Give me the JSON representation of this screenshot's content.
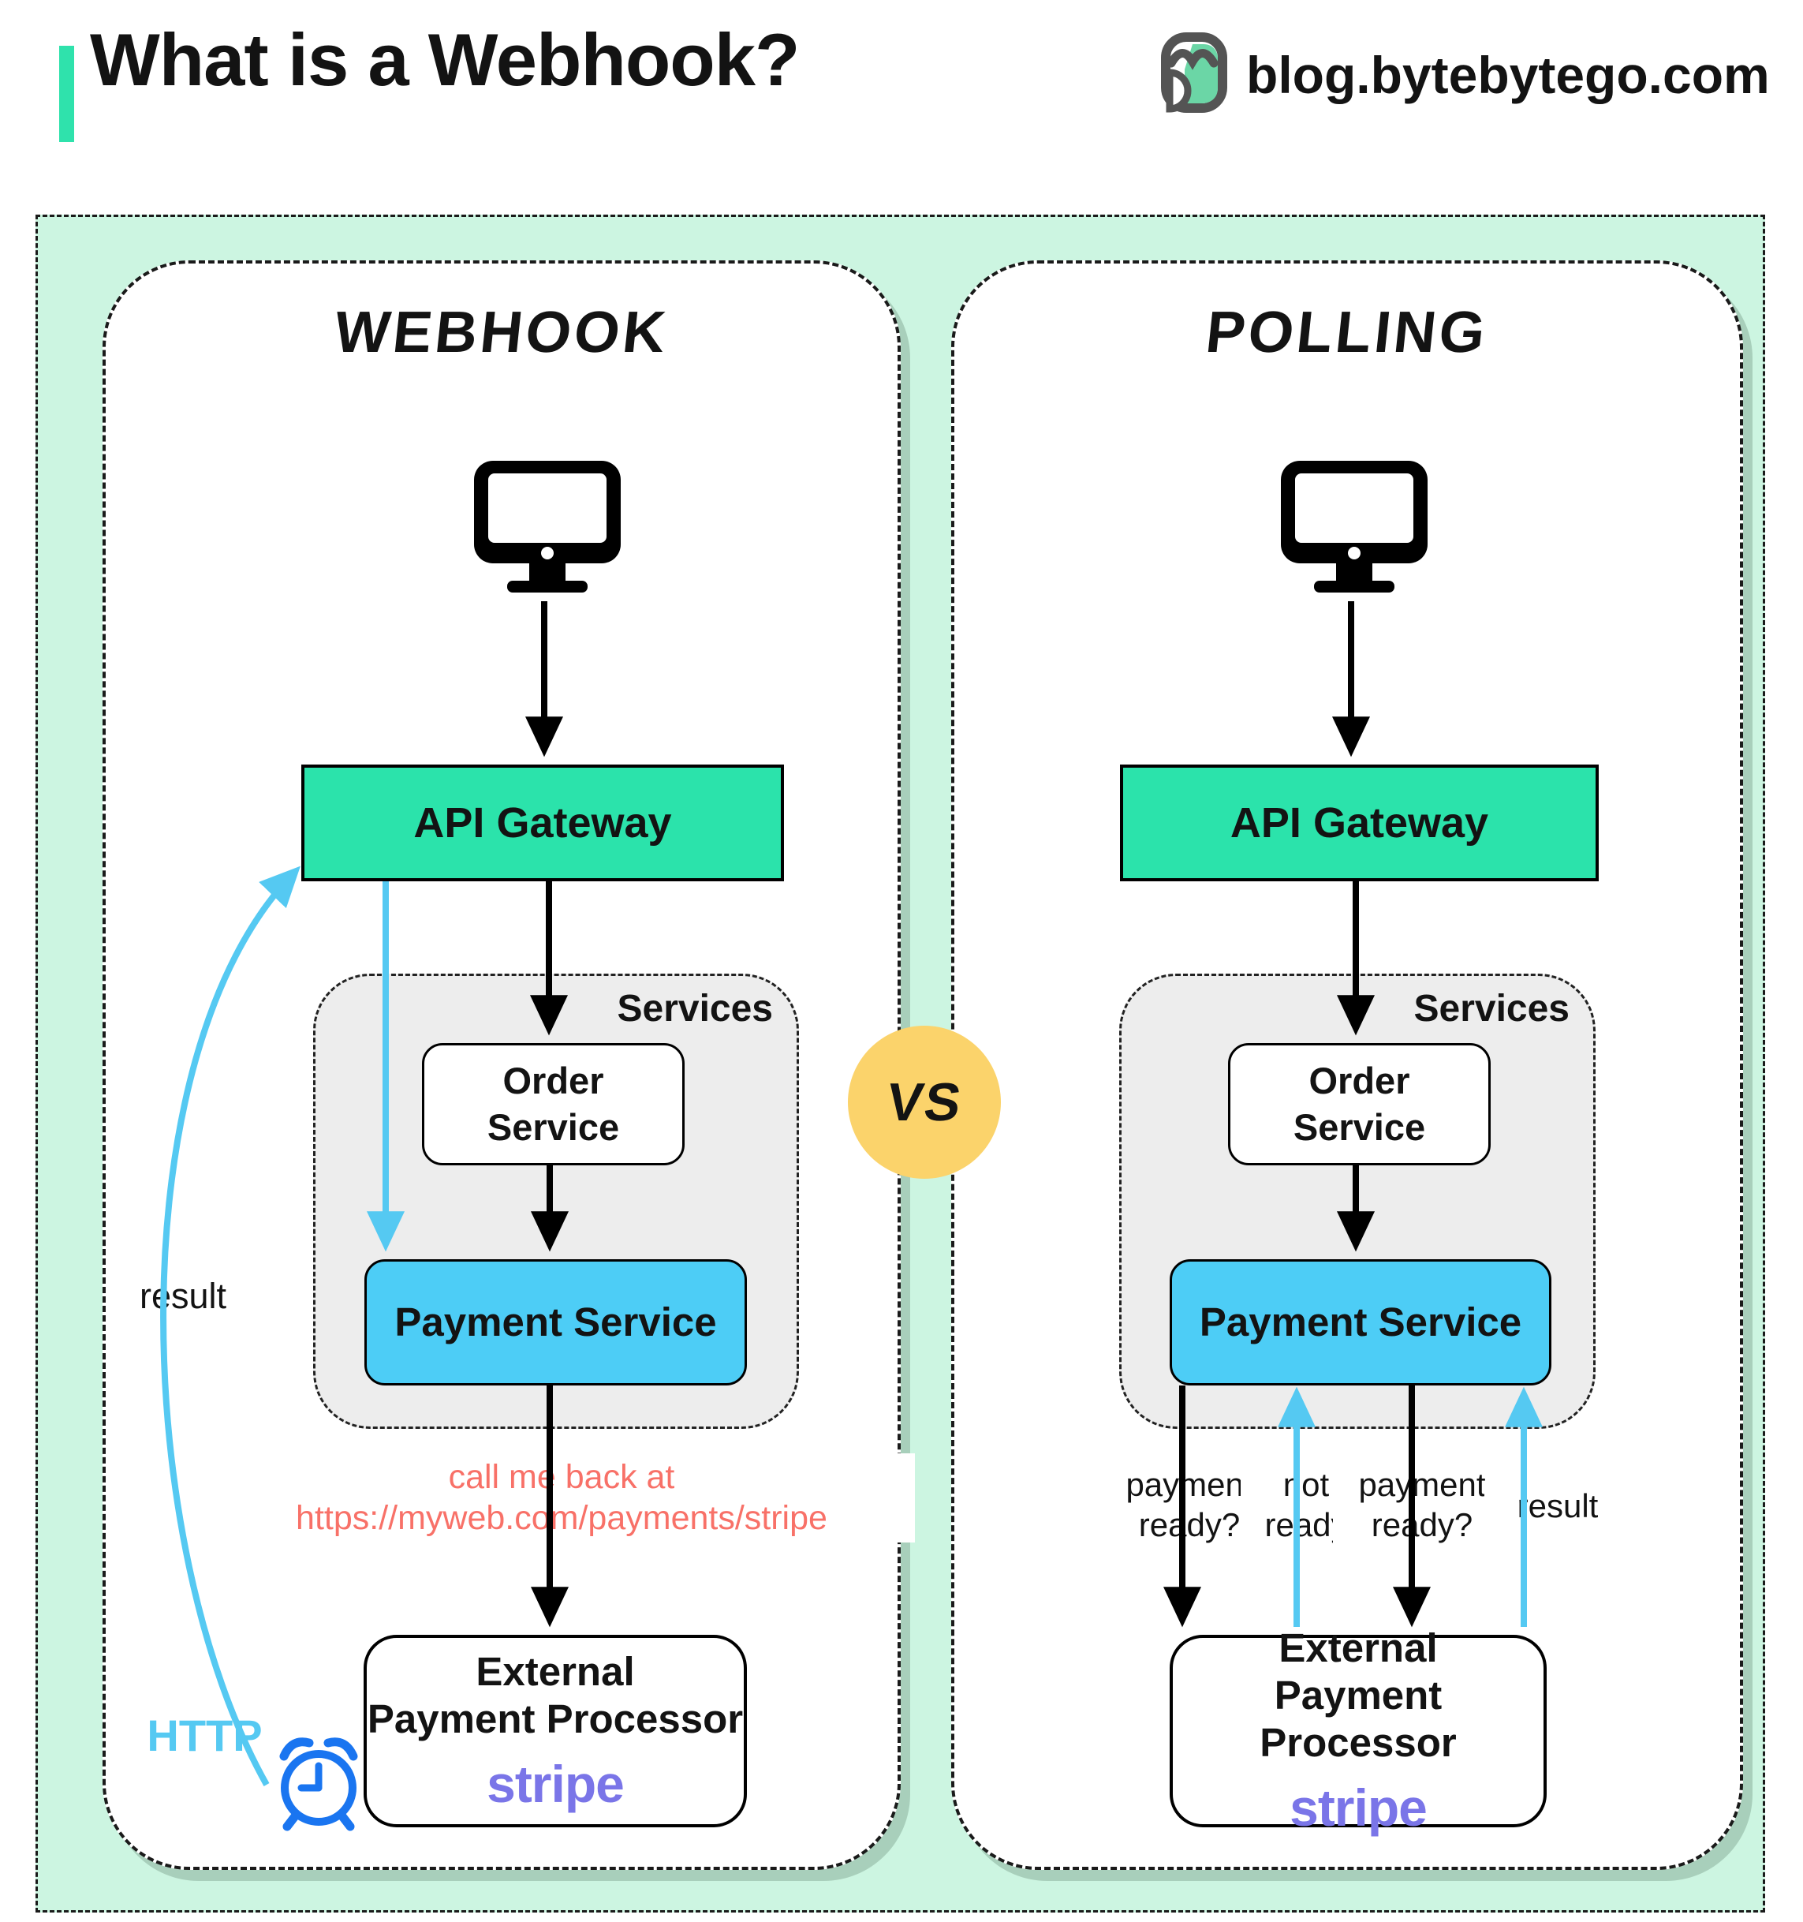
{
  "header": {
    "title": "What is a Webhook?",
    "accent_color": "#2fe2ac",
    "logo_icon": "bytebytego-owl-icon",
    "logo_text": "blog.bytebytego.com"
  },
  "vs_badge": {
    "label": "VS",
    "color": "#fbd36b"
  },
  "colors": {
    "canvas_background": "#ccf5e1",
    "api_gateway_fill": "#2be3ab",
    "payment_service_fill": "#4dcdf6",
    "services_group_fill": "#ededed",
    "blue_arrow": "#55c9f2",
    "black_arrow": "#000000",
    "callback_note": "#f87168",
    "stripe_brand": "#7a75e8",
    "clock_icon_blue": "#1a75f0"
  },
  "webhook": {
    "title": "Webhook",
    "client_icon": "desktop-monitor-icon",
    "api_gateway_label": "API Gateway",
    "services_group_label": "Services",
    "order_service": {
      "line1": "Order",
      "line2": "Service"
    },
    "payment_service_label": "Payment Service",
    "callback_note": {
      "line1": "call me back at",
      "line2": "https://myweb.com/payments/stripe"
    },
    "external_processor": {
      "line1": "External",
      "line2": "Payment Processor",
      "brand": "stripe"
    },
    "result_label": "result",
    "http_label": "HTTP",
    "clock_icon": "alarm-clock-icon"
  },
  "polling": {
    "title": "Polling",
    "client_icon": "desktop-monitor-icon",
    "api_gateway_label": "API Gateway",
    "services_group_label": "Services",
    "order_service": {
      "line1": "Order",
      "line2": "Service"
    },
    "payment_service_label": "Payment Service",
    "external_processor": {
      "line1": "External",
      "line2": "Payment Processor",
      "brand": "stripe"
    },
    "request_labels": [
      {
        "line1": "payment",
        "line2": "ready?"
      },
      {
        "line1": "not",
        "line2": "ready"
      },
      {
        "line1": "payment",
        "line2": "ready?"
      },
      {
        "line1": "result",
        "line2": ""
      }
    ]
  }
}
